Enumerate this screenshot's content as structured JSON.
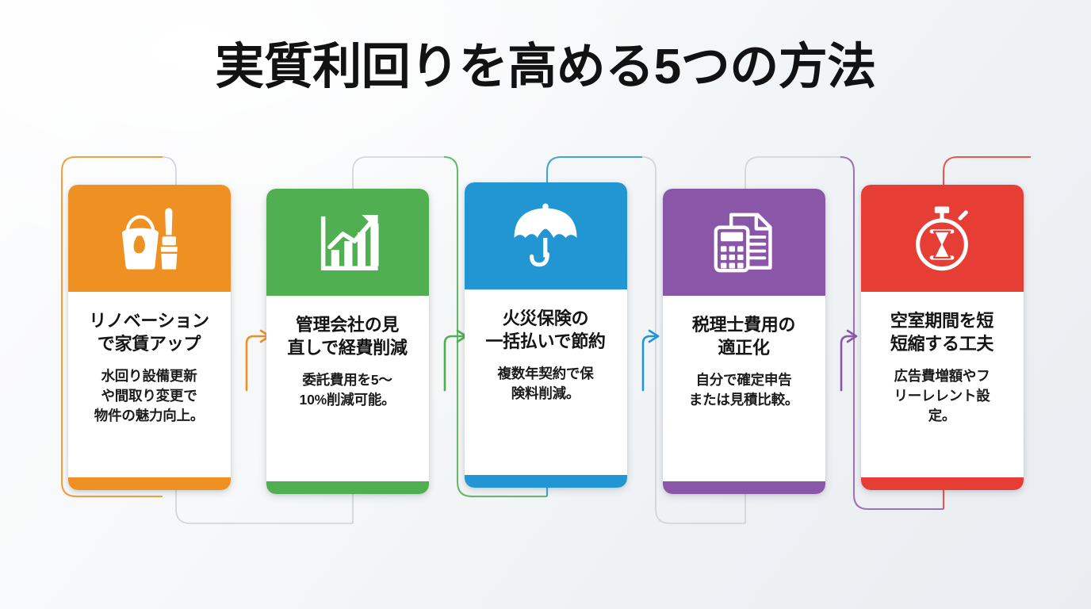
{
  "page": {
    "title": "実質利回りを高める5つの方法",
    "background_start": "#fdfdfe",
    "background_end": "#e9edf1"
  },
  "cards": [
    {
      "index": "1",
      "color": "#ee9122",
      "icon": "paint-bucket-brush-icon",
      "title_line1": "リノベーション",
      "title_line2": "で家賃アップ",
      "desc_line1": "水回り設備更新",
      "desc_line2": "や間取り変更で",
      "desc_line3": "物件の魅力向上。"
    },
    {
      "index": "2",
      "color": "#4faf51",
      "icon": "growth-bar-chart-icon",
      "title_line1": "管理会社の見",
      "title_line2": "直しで経費削減",
      "desc_line1": "委託費用を5〜",
      "desc_line2": "10%削減可能。",
      "desc_line3": ""
    },
    {
      "index": "3",
      "color": "#2196d3",
      "icon": "umbrella-icon",
      "title_line1": "火災保険の",
      "title_line2": "一括払いで節約",
      "desc_line1": "複数年契約で保",
      "desc_line2": "険料削減。",
      "desc_line3": ""
    },
    {
      "index": "4",
      "color": "#8a56a8",
      "icon": "calculator-document-icon",
      "title_line1": "税理士費用の",
      "title_line2": "適正化",
      "desc_line1": "自分で確定申告",
      "desc_line2": "または見積比較。",
      "desc_line3": ""
    },
    {
      "index": "5",
      "color": "#e63d35",
      "icon": "stopwatch-hourglass-icon",
      "title_line1": "空室期間を短",
      "title_line2": "短縮する工夫",
      "desc_line1": "広告費増額やフ",
      "desc_line2": "リーレレント設",
      "desc_line3": "定。"
    }
  ],
  "connectors": {
    "arrow_colors": [
      "#ee9122",
      "#4faf51",
      "#2196d3",
      "#8a56a8"
    ]
  }
}
